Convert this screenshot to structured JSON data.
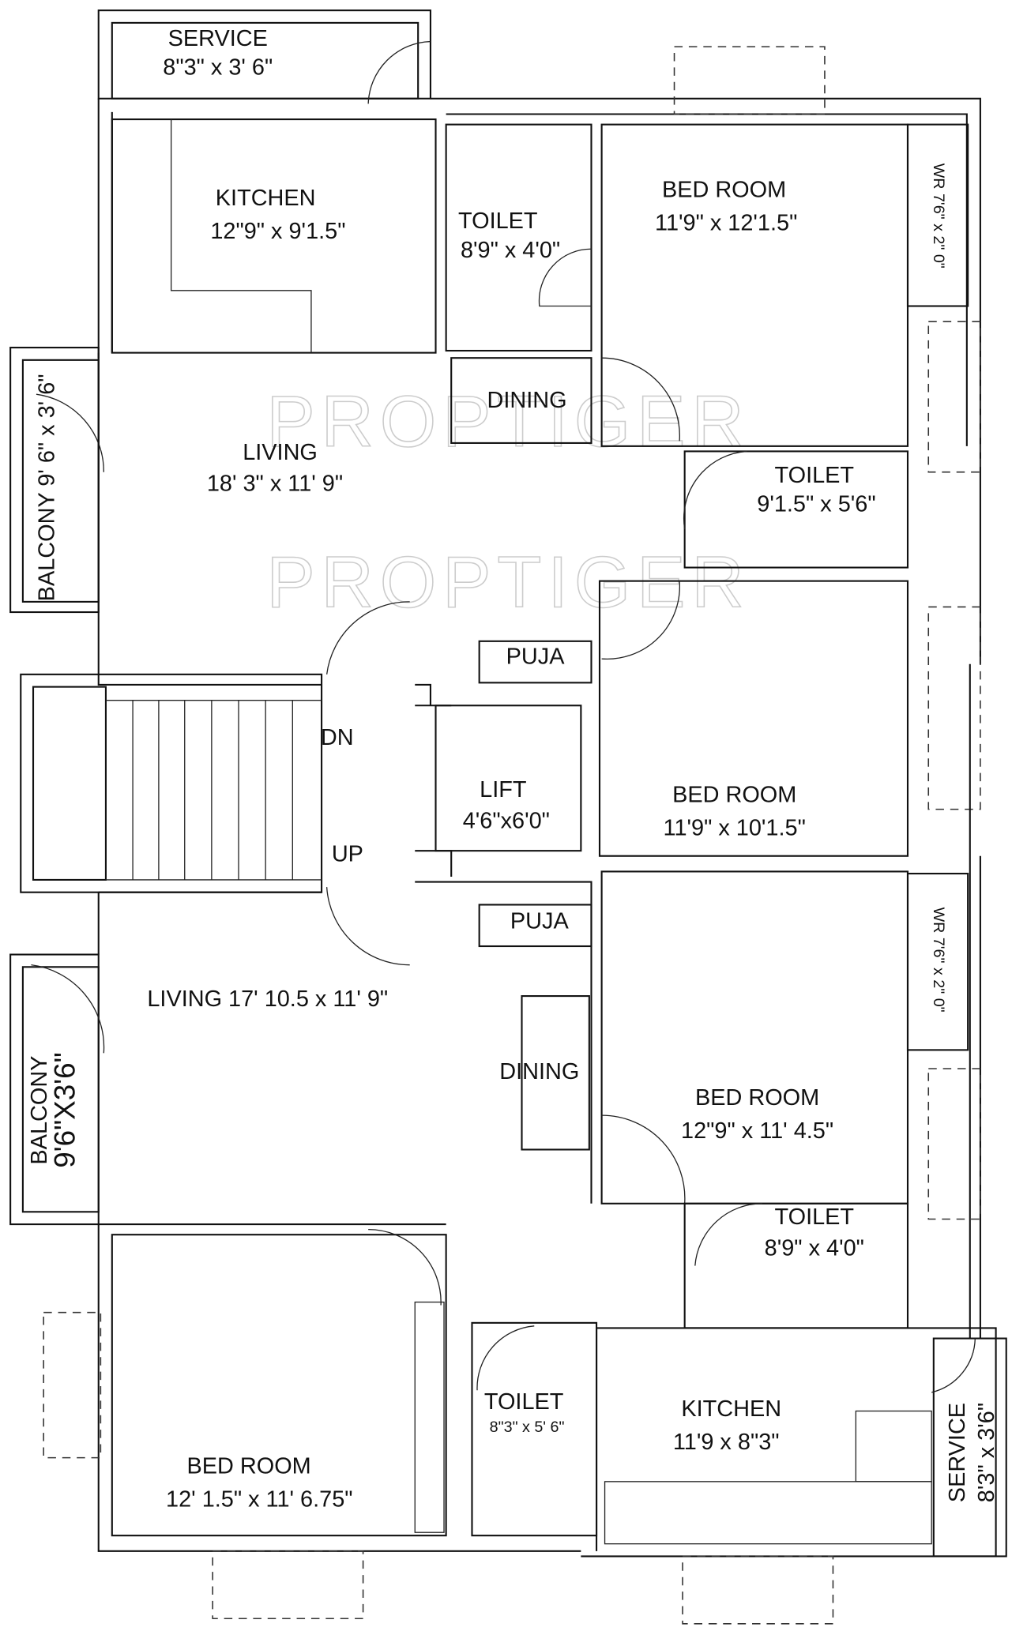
{
  "watermark": "PROPTIGER",
  "rooms": {
    "service_top": {
      "name": "SERVICE",
      "size": "8\"3\"  x 3' 6\""
    },
    "kitchen_top": {
      "name": "KITCHEN",
      "size": "12\"9\" x 9'1.5\""
    },
    "toilet_top": {
      "name": "TOILET",
      "size": "8'9\" x 4'0\""
    },
    "bedroom_top": {
      "name": "BED ROOM",
      "size": "11'9\" x 12'1.5\""
    },
    "wr_top": {
      "label": "WR 7'6\" x 2\" 0\""
    },
    "dining_top": {
      "name": "DINING"
    },
    "living_top": {
      "name": "LIVING",
      "size": "18' 3\" x 11' 9\""
    },
    "balcony_top": {
      "label": "BALCONY 9' 6\" x 3' 6\""
    },
    "toilet_mid": {
      "name": "TOILET",
      "size": "9'1.5\" x 5'6\""
    },
    "puja_top": {
      "name": "PUJA"
    },
    "stairs_dn": {
      "label": "DN"
    },
    "stairs_up": {
      "label": "UP"
    },
    "lift": {
      "name": "LIFT",
      "size": "4'6\"x6'0\""
    },
    "bedroom_mid": {
      "name": "BED ROOM",
      "size": "11'9\" x 10'1.5\""
    },
    "puja_bottom": {
      "name": "PUJA"
    },
    "living_bottom": {
      "label": "LIVING 17' 10.5 x 11' 9\""
    },
    "wr_bottom": {
      "label": "WR 7'6\" x 2\" 0\""
    },
    "dining_bottom": {
      "name": "DINING"
    },
    "balcony_bottom": {
      "name": "BALCONY",
      "size": "9'6\"X3'6\""
    },
    "bedroom_right": {
      "name": "BED ROOM",
      "size": "12\"9\" x 11' 4.5\""
    },
    "toilet_right": {
      "name": "TOILET",
      "size": "8'9\" x 4'0\""
    },
    "bedroom_bottom": {
      "name": "BED ROOM",
      "size": "12' 1.5\" x 11' 6.75\""
    },
    "toilet_bottom": {
      "name": "TOILET",
      "size": "8\"3\"  x 5' 6\""
    },
    "kitchen_bottom": {
      "name": "KITCHEN",
      "size": "11'9 x 8\"3\""
    },
    "service_bottom": {
      "name": "SERVICE",
      "size": "8'3\" x 3'6\""
    }
  }
}
